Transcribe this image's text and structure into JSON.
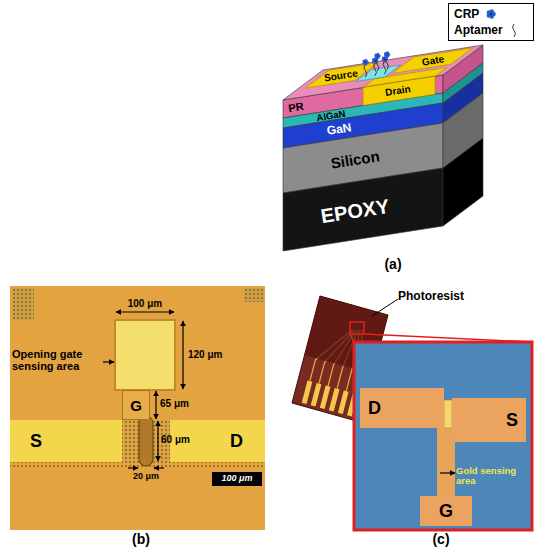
{
  "diagram": {
    "nodes": [
      {
        "text": [
          "PR"
        ]
      },
      {
        "text": [
          "Source"
        ]
      },
      {
        "text": [
          "Gate"
        ]
      },
      {
        "text": [
          "Drain"
        ]
      },
      {
        "text": [
          "AlGaN"
        ]
      },
      {
        "text": [
          "GaN"
        ]
      },
      {
        "text": [
          "Silicon"
        ]
      },
      {
        "text": [
          "EPOXY"
        ]
      },
      {
        "text": [
          "G"
        ]
      },
      {
        "text": [
          "S"
        ]
      },
      {
        "text": [
          "D"
        ]
      },
      {
        "text": [
          "D"
        ]
      },
      {
        "text": [
          "S"
        ]
      },
      {
        "text": [
          "G"
        ]
      }
    ],
    "labels": [
      "(a)",
      "100 μm",
      "120 μm",
      "Opening gate sensing area",
      "65 μm",
      "60 μm",
      "20 μm",
      "100 μm",
      "(b)",
      "Photoresist",
      "Gold sensing area",
      "(c)"
    ],
    "legend": [
      {
        "text": "CRP"
      },
      {
        "text": "Aptamer"
      }
    ]
  }
}
